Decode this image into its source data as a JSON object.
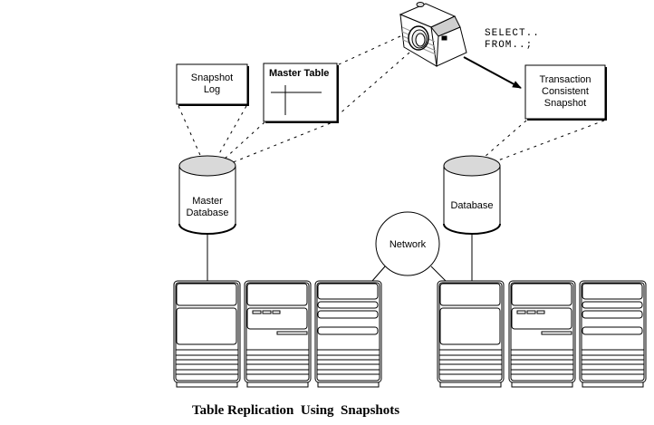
{
  "diagram": {
    "caption": "Table Replication  Using  Snapshots",
    "nodes": {
      "snapshot_log": {
        "line1": "Snapshot",
        "line2": "Log"
      },
      "master_table": {
        "title": "Master Table"
      },
      "camera": {
        "icon": "camera-icon"
      },
      "query": {
        "line1": "SELECT..",
        "line2": "FROM..;"
      },
      "transaction_snapshot": {
        "line1": "Transaction",
        "line2": "Consistent",
        "line3": "Snapshot"
      },
      "master_database": {
        "line1": "Master",
        "line2": "Database"
      },
      "database": {
        "line1": "Database"
      },
      "network": {
        "label": "Network"
      }
    },
    "servers": {
      "left": [
        "server-type-a",
        "server-type-b",
        "server-type-c"
      ],
      "right": [
        "server-type-a",
        "server-type-b",
        "server-type-c"
      ]
    },
    "edges": [
      {
        "from": "snapshot_log",
        "to": "master_database",
        "style": "dashed"
      },
      {
        "from": "master_table",
        "to": "master_database",
        "style": "dashed"
      },
      {
        "from": "camera",
        "to": "master_table",
        "style": "dashed"
      },
      {
        "from": "camera",
        "to": "master_database",
        "style": "dashed"
      },
      {
        "from": "camera",
        "to": "transaction_snapshot",
        "style": "arrow"
      },
      {
        "from": "transaction_snapshot",
        "to": "database",
        "style": "dashed"
      },
      {
        "from": "master_database",
        "to": "left_servers",
        "style": "solid"
      },
      {
        "from": "database",
        "to": "right_servers",
        "style": "solid"
      },
      {
        "from": "network",
        "to": "left_servers",
        "style": "solid"
      },
      {
        "from": "network",
        "to": "right_servers",
        "style": "solid"
      }
    ],
    "colors": {
      "line": "#000000",
      "cylinder_top": "#d9d9d9",
      "background": "#ffffff"
    }
  }
}
